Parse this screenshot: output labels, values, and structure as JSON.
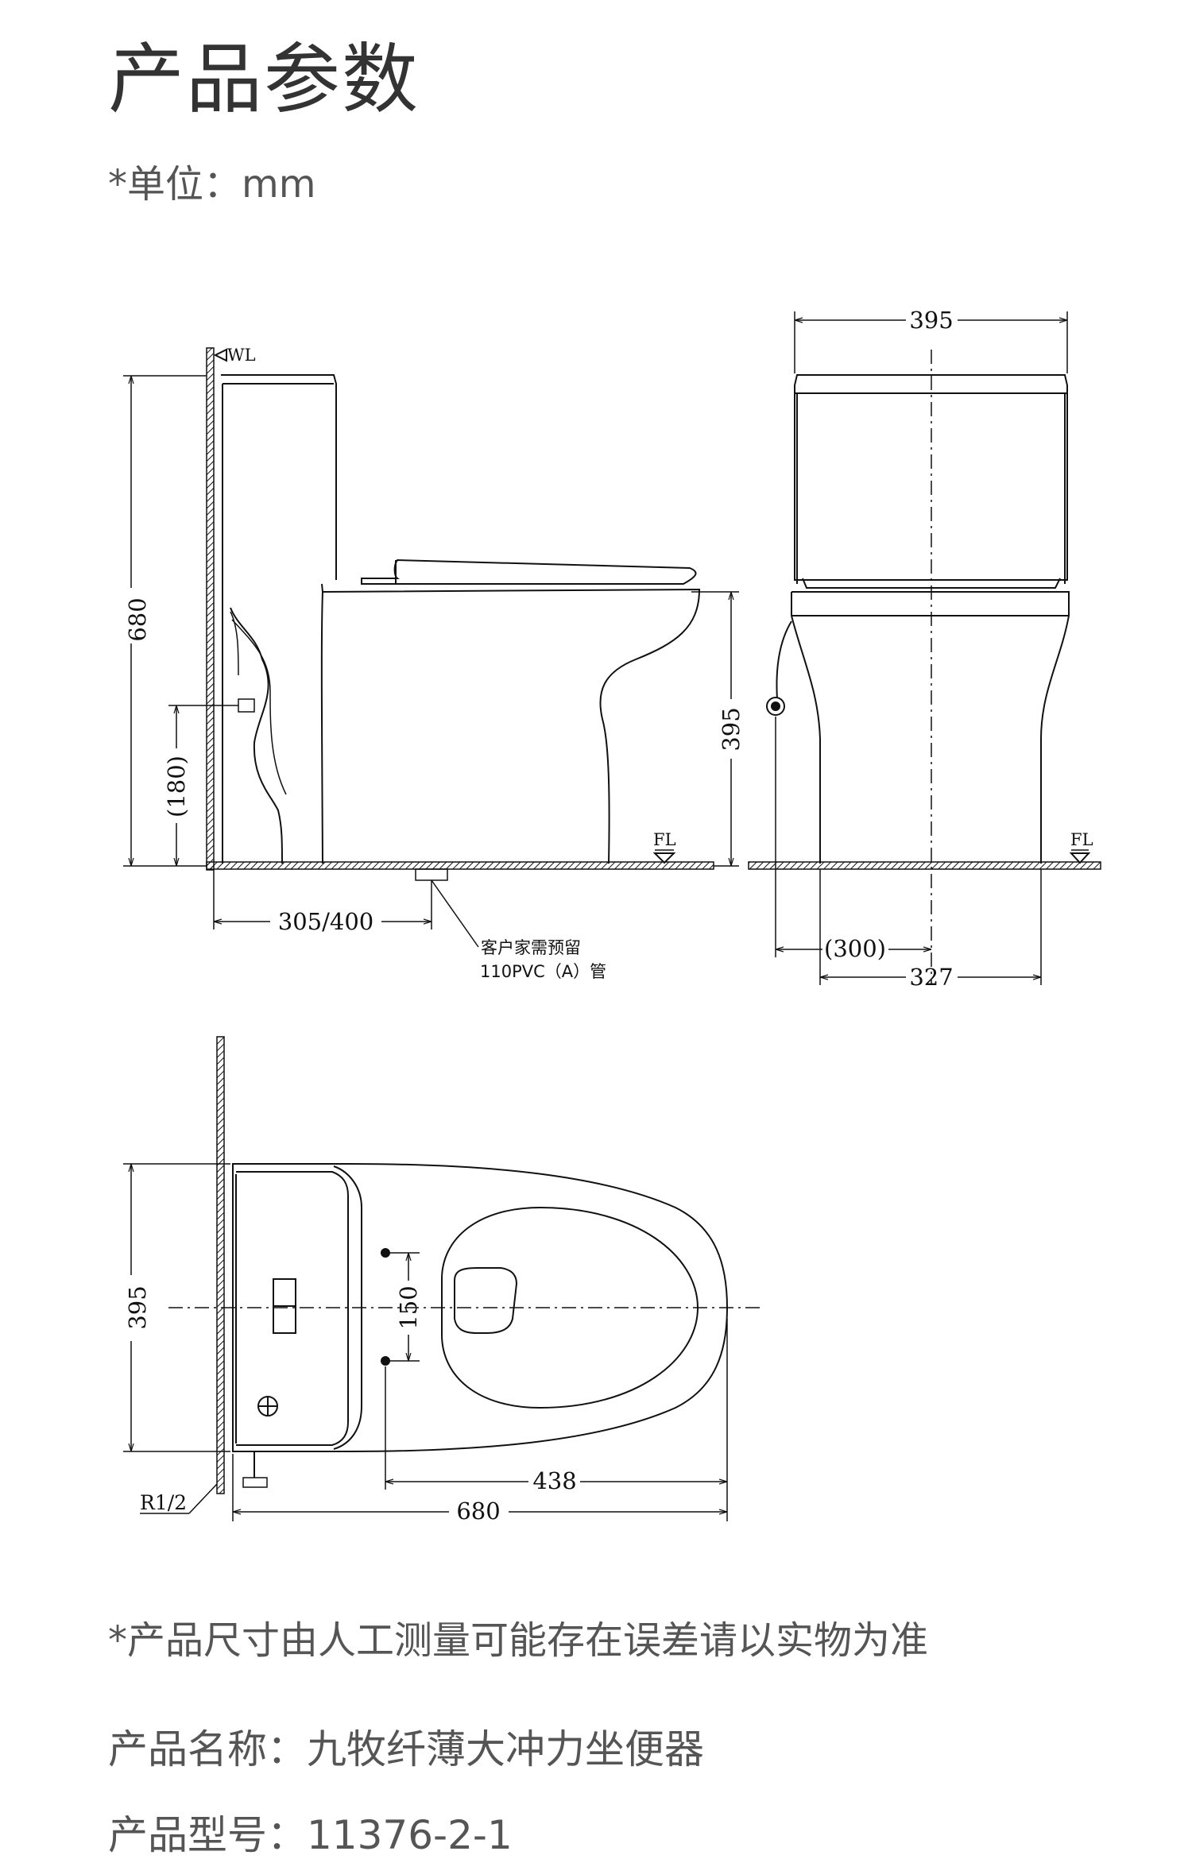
{
  "header": {
    "title": "产品参数",
    "unit": "*单位：mm"
  },
  "drawing": {
    "side_view": {
      "wl_label": "WL",
      "height_label": "680",
      "pipe_height_label": "(180)",
      "seat_height_label": "395",
      "floor_label": "FL",
      "rough_in_label": "305/400",
      "pipe_note_line1": "客户家需预留",
      "pipe_note_line2": "110PVC（A）管"
    },
    "front_view": {
      "width_label": "395",
      "floor_label": "FL",
      "inlet_offset_label": "(300)",
      "base_width_label": "327"
    },
    "top_view": {
      "width_label": "395",
      "bolt_spacing_label": "150",
      "bowl_length_label": "438",
      "total_length_label": "680",
      "inlet_label": "R1/2"
    }
  },
  "footer": {
    "note": "*产品尺寸由人工测量可能存在误差请以实物为准",
    "product_name": "产品名称：九牧纤薄大冲力坐便器",
    "product_model": "产品型号：11376-2-1"
  }
}
